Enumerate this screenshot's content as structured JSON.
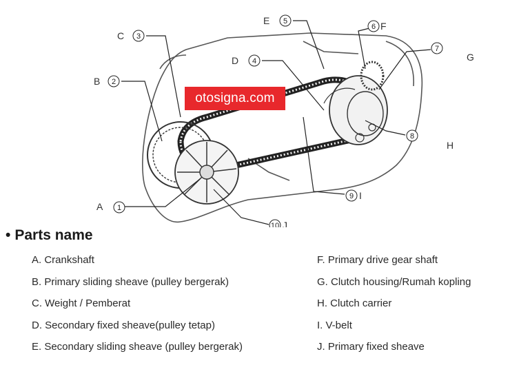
{
  "diagram": {
    "letter_labels": [
      "A",
      "B",
      "C",
      "D",
      "E",
      "F",
      "G",
      "H",
      "I",
      "J"
    ],
    "numbers": [
      "1",
      "2",
      "3",
      "4",
      "5",
      "6",
      "7",
      "8",
      "9",
      "10"
    ]
  },
  "watermark": "otosigna.com",
  "parts": {
    "title": "Parts name",
    "left": [
      "A. Crankshaft",
      "B. Primary sliding sheave (pulley bergerak)",
      "C. Weight / Pemberat",
      "D. Secondary fixed sheave(pulley tetap)",
      "E. Secondary sliding sheave (pulley bergerak)"
    ],
    "right": [
      "F. Primary drive gear shaft",
      "G. Clutch housing/Rumah kopling",
      "H. Clutch carrier",
      "I. V-belt",
      "J. Primary fixed sheave"
    ]
  },
  "colors": {
    "watermark_bg": "#e8282c",
    "line": "#222222"
  }
}
